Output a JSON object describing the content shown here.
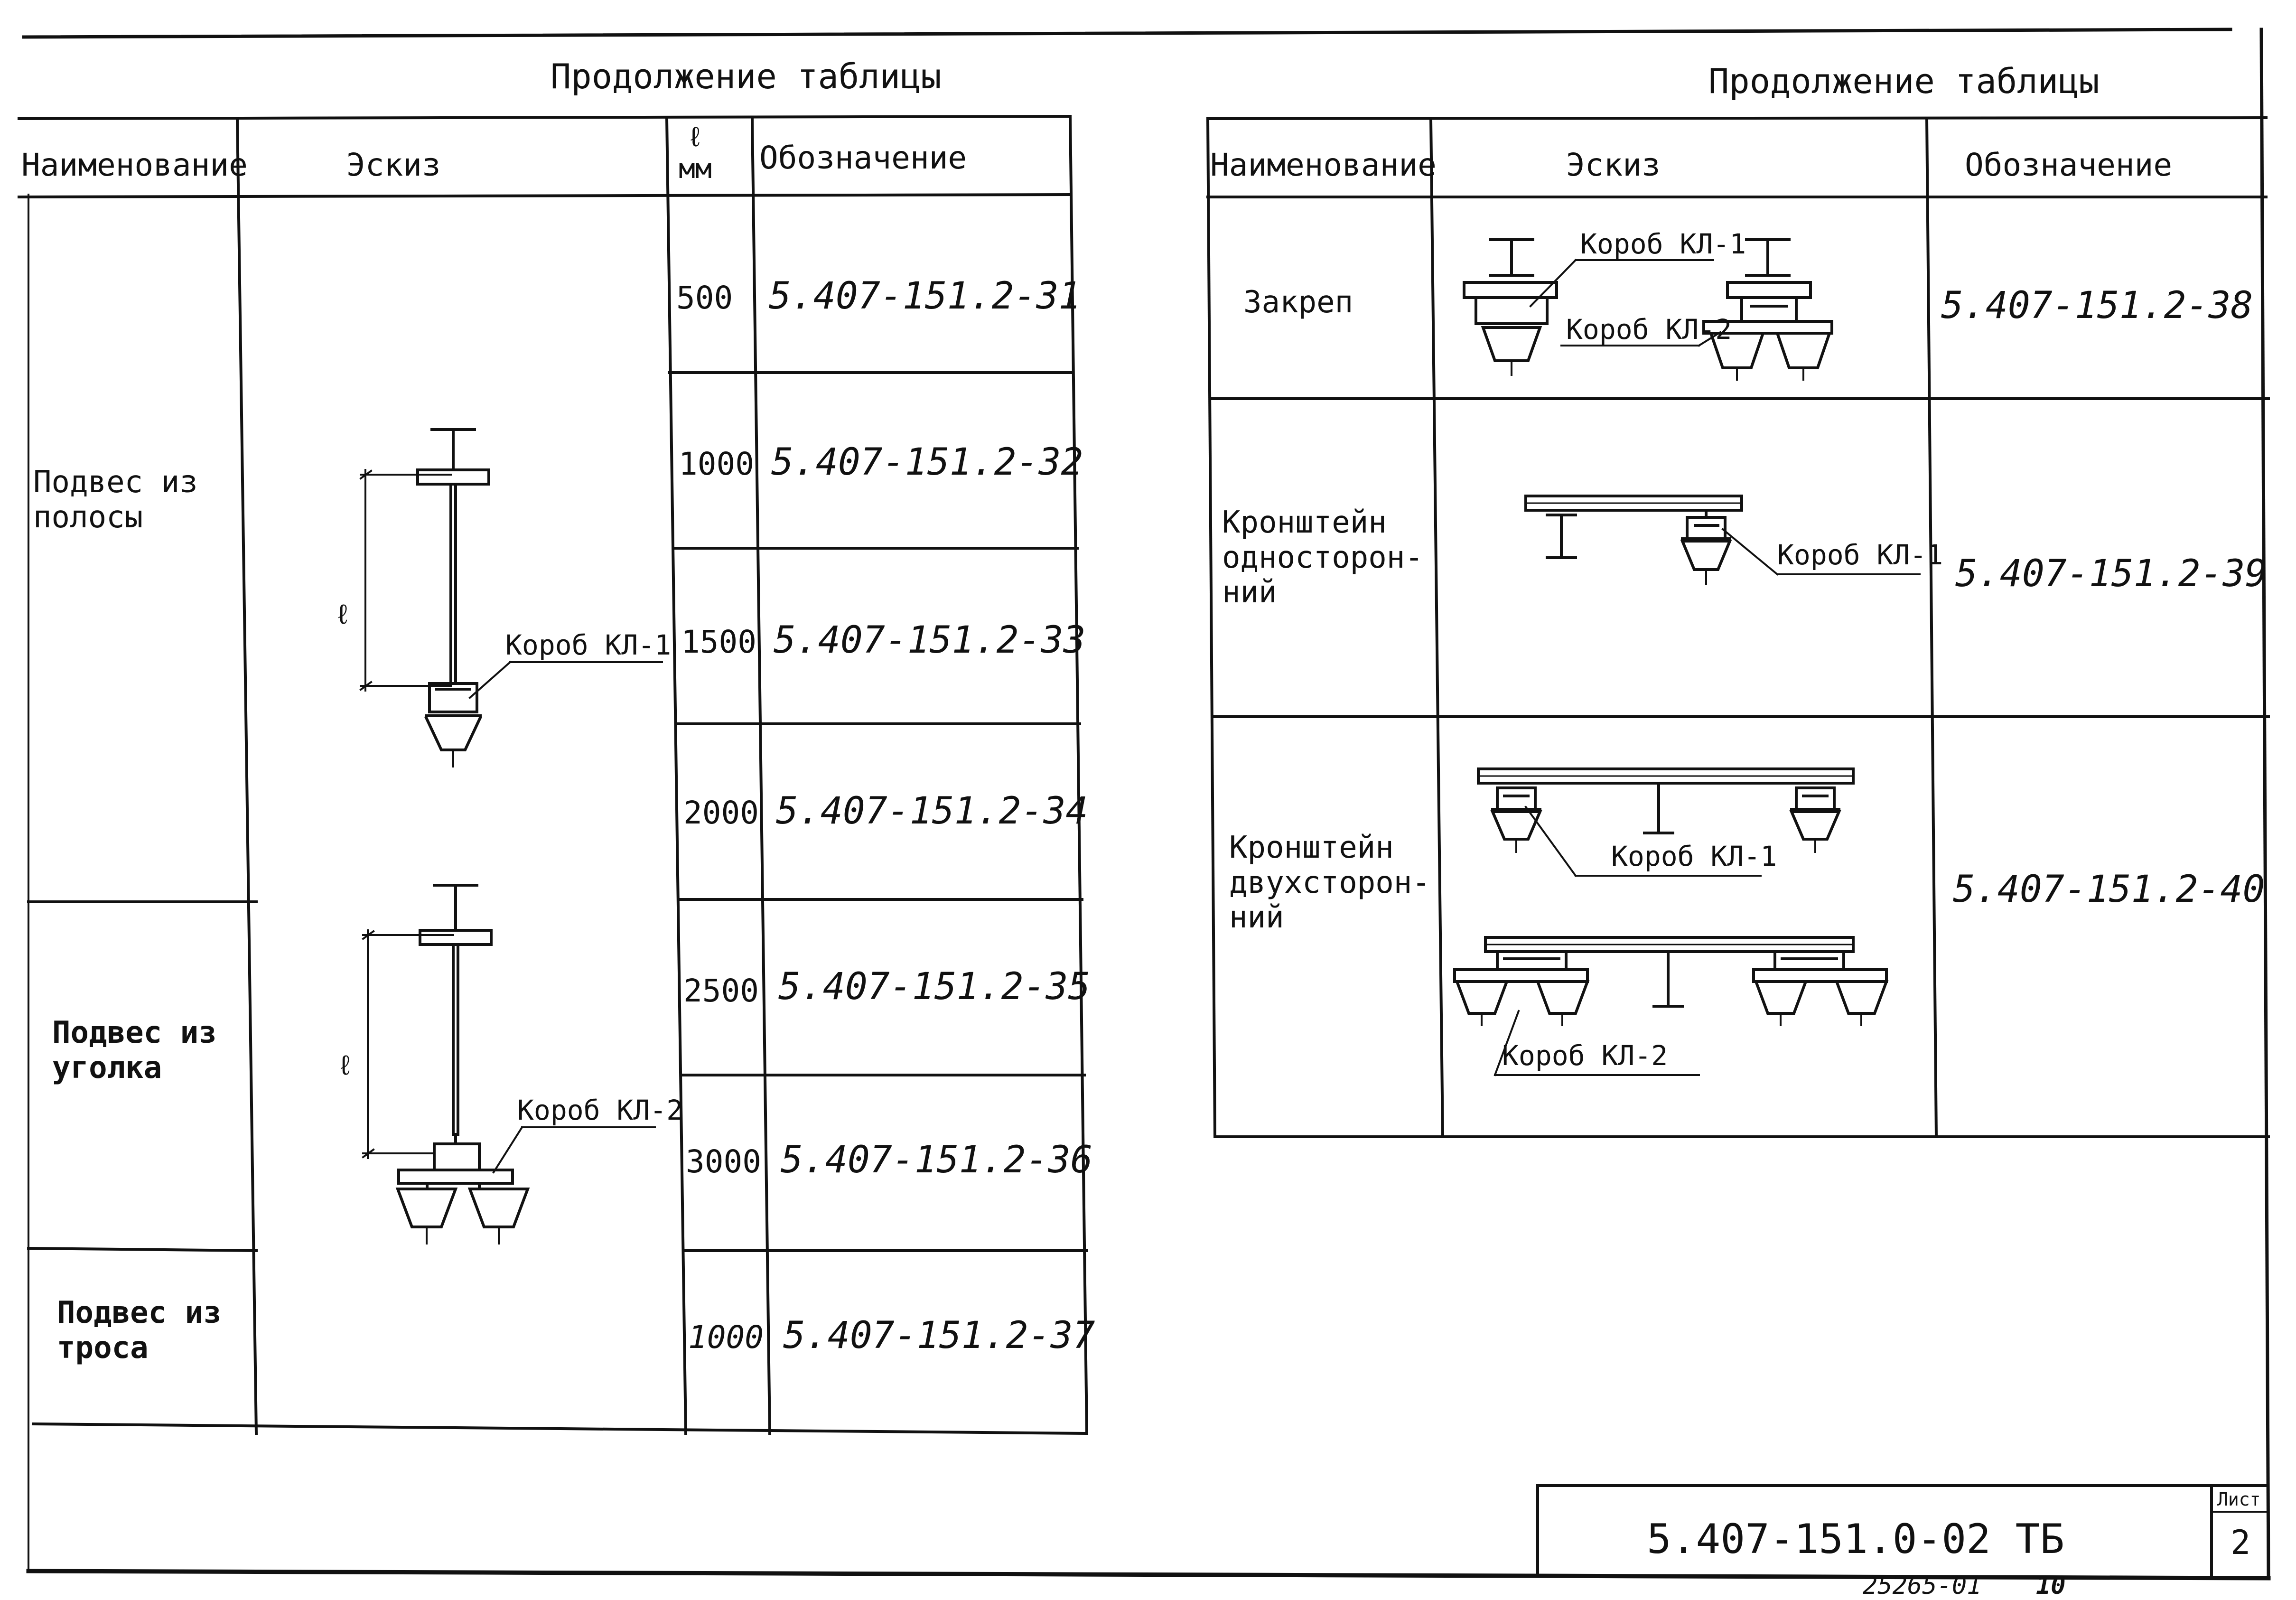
{
  "left_table": {
    "caption": "Продолжение таблицы",
    "headers": {
      "name": "Наименование",
      "sketch": "Эскиз",
      "length": "ℓ\nмм",
      "designation": "Обозначение"
    },
    "groups": [
      {
        "name": "Подвес из\nполосы"
      },
      {
        "name": "Подвес из\nуголка"
      },
      {
        "name": "Подвес из\nтроса"
      }
    ],
    "rows": [
      {
        "length": "500",
        "designation": "5.407-151.2-31"
      },
      {
        "length": "1000",
        "designation": "5.407-151.2-32"
      },
      {
        "length": "1500",
        "designation": "5.407-151.2-33"
      },
      {
        "length": "2000",
        "designation": "5.407-151.2-34"
      },
      {
        "length": "2500",
        "designation": "5.407-151.2-35"
      },
      {
        "length": "3000",
        "designation": "5.407-151.2-36"
      },
      {
        "length": "1000",
        "designation": "5.407-151.2-37"
      }
    ],
    "sketch_labels": {
      "dim_1": "ℓ",
      "box_1": "Короб КЛ-1",
      "dim_2": "ℓ",
      "box_2": "Короб КЛ-2"
    }
  },
  "right_table": {
    "caption": "Продолжение таблицы",
    "headers": {
      "name": "Наименование",
      "sketch": "Эскиз",
      "designation": "Обозначение"
    },
    "rows": [
      {
        "name": "Закреп",
        "designation": "5.407-151.2-38",
        "labels": [
          "Короб КЛ-1",
          "Короб КЛ-2"
        ]
      },
      {
        "name": "Кронштейн\nодносторон-\nний",
        "designation": "5.407-151.2-39",
        "labels": [
          "Короб КЛ-1"
        ]
      },
      {
        "name": "Кронштейн\nдвухсторон-\nний",
        "designation": "5.407-151.2-40",
        "labels": [
          "Короб КЛ-1",
          "Короб КЛ-2"
        ]
      }
    ]
  },
  "title_block": {
    "document_code": "5.407-151.0-02 ТБ",
    "sheet_label": "Лист",
    "sheet_number": "2"
  },
  "footer": {
    "inventory": "25265-01",
    "page": "10"
  }
}
